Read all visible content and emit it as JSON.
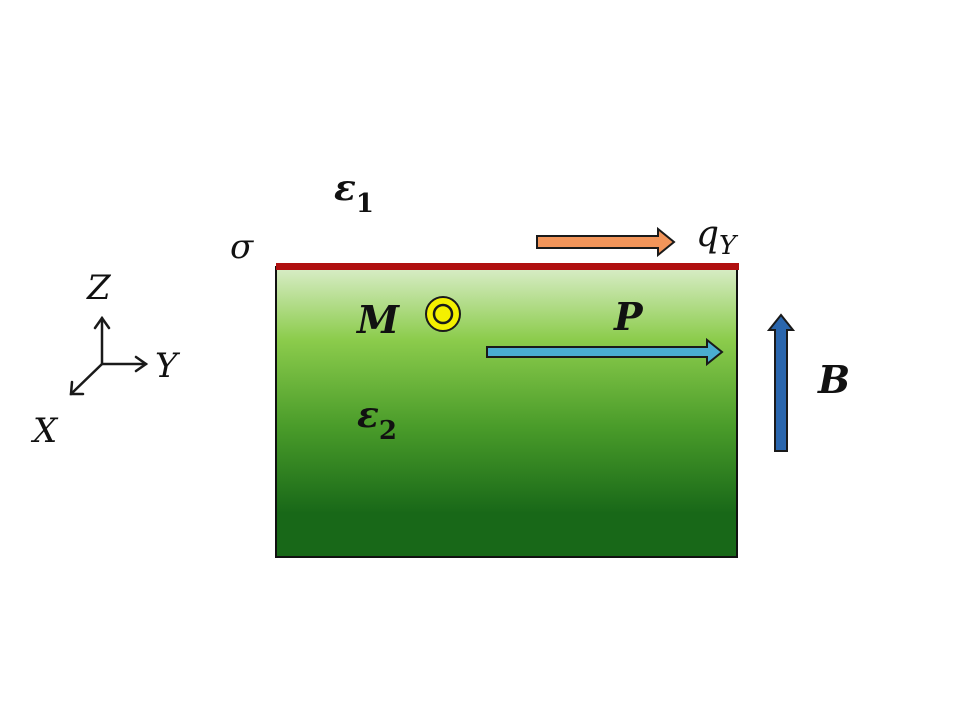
{
  "labels": {
    "epsilon_1": "ε",
    "epsilon_1_sub": "1",
    "sigma": "σ",
    "q": "q",
    "q_sub": "Y",
    "M": "M",
    "P": "P",
    "B": "B",
    "epsilon_2": "ε",
    "epsilon_2_sub": "2",
    "axis_z": "Z",
    "axis_y": "Y",
    "axis_x": "X"
  },
  "colors": {
    "slab_top": "#d9edc8",
    "slab_mid": "#8ccc4c",
    "slab_bottom": "#186818",
    "surface_layer": "#b01010",
    "q_arrow": "#f2955a",
    "p_arrow": "#4aadd0",
    "b_arrow": "#2a66ad",
    "m_symbol": "#f4f000"
  }
}
